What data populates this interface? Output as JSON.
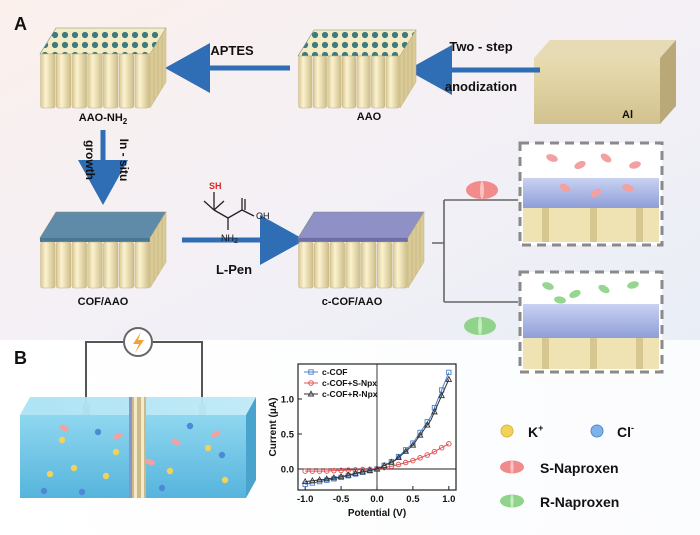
{
  "panel_a": {
    "label": "A",
    "step_anodization_line1": "Two - step",
    "step_anodization_line2": "anodization",
    "step_aptes": "APTES",
    "step_growth_line1": "In - situ",
    "step_growth_line2": "growth",
    "step_lpen": "L-Pen",
    "node_al": "Al",
    "node_aao": "AAO",
    "node_aao_nh2": "AAO-NH",
    "node_aao_nh2_sub": "2",
    "node_cof_aao": "COF/AAO",
    "node_c_cof_aao": "c-COF/AAO",
    "molecule_sh": "SH",
    "molecule_oh": "OH",
    "molecule_nh2": "NH",
    "molecule_nh2_sub": "2",
    "colors": {
      "arrow_blue": "#2f6db5",
      "s_naproxen": "#f28b8b",
      "r_naproxen": "#8fd48a"
    }
  },
  "panel_b": {
    "label": "B",
    "legend": {
      "k_label": "K",
      "k_sup": "+",
      "cl_label": "Cl",
      "cl_sup": "-",
      "s_naproxen": "S-Naproxen",
      "r_naproxen": "R-Naproxen"
    }
  },
  "chart_data": {
    "type": "line",
    "xlabel": "Potential (V)",
    "ylabel": "Current (μA)",
    "xlim": [
      -1.1,
      1.1
    ],
    "ylim": [
      -0.3,
      1.5
    ],
    "xticks": [
      "-1.0",
      "-0.5",
      "0.0",
      "0.5",
      "1.0"
    ],
    "yticks": [
      "0.0",
      "0.5",
      "1.0"
    ],
    "x": [
      -1.0,
      -0.75,
      -0.5,
      -0.25,
      0.0,
      0.25,
      0.5,
      0.75,
      1.0
    ],
    "series": [
      {
        "name": "c-COF",
        "color": "#4a7fd0",
        "marker": "square",
        "values": [
          -0.22,
          -0.17,
          -0.12,
          -0.06,
          0.0,
          0.13,
          0.37,
          0.75,
          1.38
        ]
      },
      {
        "name": "c-COF+S-Npx",
        "color": "#e05050",
        "marker": "circle",
        "values": [
          -0.03,
          -0.03,
          -0.02,
          -0.01,
          0.0,
          0.05,
          0.12,
          0.22,
          0.36
        ]
      },
      {
        "name": "c-COF+R-Npx",
        "color": "#333333",
        "marker": "triangle",
        "values": [
          -0.18,
          -0.15,
          -0.11,
          -0.05,
          0.0,
          0.12,
          0.34,
          0.7,
          1.28
        ]
      }
    ],
    "legend_position": "top-left",
    "grid": false
  }
}
